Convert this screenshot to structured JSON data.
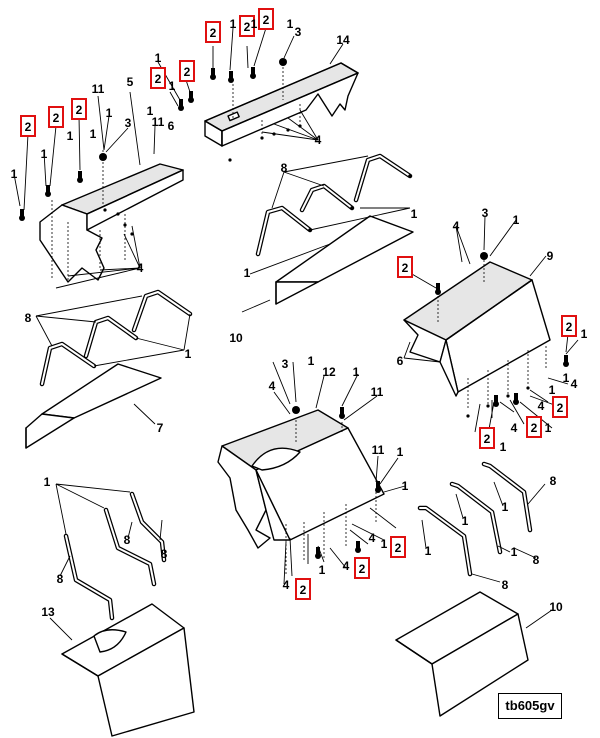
{
  "figure": {
    "drawing_code": "tb605gv",
    "highlight_color": "#e01010",
    "callout_labels": [
      {
        "id": "c1",
        "text": "2",
        "highlighted": true
      },
      {
        "id": "c2",
        "text": "1"
      },
      {
        "id": "c3",
        "text": "2",
        "highlighted": true
      },
      {
        "id": "c4",
        "text": "1"
      },
      {
        "id": "c5",
        "text": "2",
        "highlighted": true
      },
      {
        "id": "c6",
        "text": "1"
      },
      {
        "id": "c7",
        "text": "3"
      },
      {
        "id": "c8",
        "text": "14"
      },
      {
        "id": "c9",
        "text": "1"
      },
      {
        "id": "c10",
        "text": "2",
        "highlighted": true
      },
      {
        "id": "c11",
        "text": "2",
        "highlighted": true
      },
      {
        "id": "c12",
        "text": "1"
      },
      {
        "id": "c13",
        "text": "4"
      },
      {
        "id": "c14",
        "text": "11"
      },
      {
        "id": "c15",
        "text": "5"
      },
      {
        "id": "c16",
        "text": "2",
        "highlighted": true
      },
      {
        "id": "c17",
        "text": "2",
        "highlighted": true
      },
      {
        "id": "c18",
        "text": "2",
        "highlighted": true
      },
      {
        "id": "c19",
        "text": "1"
      },
      {
        "id": "c20",
        "text": "1"
      },
      {
        "id": "c21",
        "text": "3"
      },
      {
        "id": "c22",
        "text": "1"
      },
      {
        "id": "c23",
        "text": "11"
      },
      {
        "id": "c24",
        "text": "6"
      },
      {
        "id": "c25",
        "text": "1"
      },
      {
        "id": "c26",
        "text": "1"
      },
      {
        "id": "c27",
        "text": "1"
      },
      {
        "id": "c28",
        "text": "4"
      },
      {
        "id": "c29",
        "text": "8"
      },
      {
        "id": "c30",
        "text": "1"
      },
      {
        "id": "c31",
        "text": "1"
      },
      {
        "id": "c32",
        "text": "10"
      },
      {
        "id": "c33",
        "text": "8"
      },
      {
        "id": "c34",
        "text": "1"
      },
      {
        "id": "c35",
        "text": "7"
      },
      {
        "id": "c36",
        "text": "4"
      },
      {
        "id": "c37",
        "text": "3"
      },
      {
        "id": "c38",
        "text": "1"
      },
      {
        "id": "c39",
        "text": "2",
        "highlighted": true
      },
      {
        "id": "c40",
        "text": "9"
      },
      {
        "id": "c41",
        "text": "6"
      },
      {
        "id": "c42",
        "text": "2",
        "highlighted": true
      },
      {
        "id": "c43",
        "text": "1"
      },
      {
        "id": "c44",
        "text": "1"
      },
      {
        "id": "c45",
        "text": "4"
      },
      {
        "id": "c46",
        "text": "1"
      },
      {
        "id": "c47",
        "text": "2",
        "highlighted": true
      },
      {
        "id": "c48",
        "text": "4"
      },
      {
        "id": "c49",
        "text": "4"
      },
      {
        "id": "c50",
        "text": "1"
      },
      {
        "id": "c51",
        "text": "2",
        "highlighted": true
      },
      {
        "id": "c52",
        "text": "2",
        "highlighted": true
      },
      {
        "id": "c53",
        "text": "1"
      },
      {
        "id": "c54",
        "text": "3"
      },
      {
        "id": "c55",
        "text": "1"
      },
      {
        "id": "c56",
        "text": "12"
      },
      {
        "id": "c57",
        "text": "1"
      },
      {
        "id": "c58",
        "text": "4"
      },
      {
        "id": "c59",
        "text": "11"
      },
      {
        "id": "c60",
        "text": "11"
      },
      {
        "id": "c61",
        "text": "1"
      },
      {
        "id": "c62",
        "text": "1"
      },
      {
        "id": "c63",
        "text": "1"
      },
      {
        "id": "c64",
        "text": "2",
        "highlighted": true
      },
      {
        "id": "c65",
        "text": "4"
      },
      {
        "id": "c66",
        "text": "1"
      },
      {
        "id": "c67",
        "text": "4"
      },
      {
        "id": "c68",
        "text": "2",
        "highlighted": true
      },
      {
        "id": "c69",
        "text": "1"
      },
      {
        "id": "c70",
        "text": "2",
        "highlighted": true
      },
      {
        "id": "c71",
        "text": "4"
      },
      {
        "id": "c72",
        "text": "1"
      },
      {
        "id": "c73",
        "text": "8"
      },
      {
        "id": "c74",
        "text": "8"
      },
      {
        "id": "c75",
        "text": "8"
      },
      {
        "id": "c76",
        "text": "1"
      },
      {
        "id": "c77",
        "text": "1"
      },
      {
        "id": "c78",
        "text": "1"
      },
      {
        "id": "c79",
        "text": "8"
      },
      {
        "id": "c80",
        "text": "1"
      },
      {
        "id": "c81",
        "text": "8"
      },
      {
        "id": "c82",
        "text": "8"
      },
      {
        "id": "c83",
        "text": "13"
      },
      {
        "id": "c84",
        "text": "10"
      }
    ]
  }
}
